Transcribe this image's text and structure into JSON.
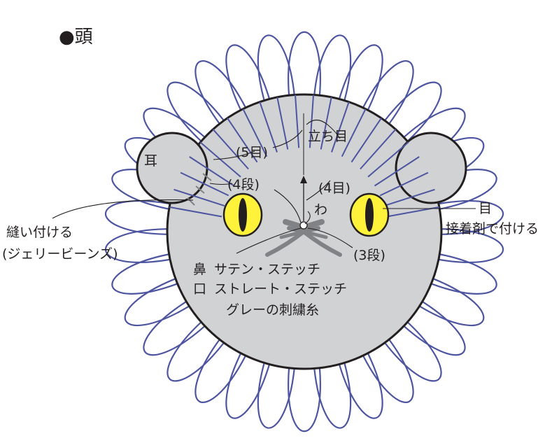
{
  "title": "●頭",
  "labels": {
    "ear": "耳",
    "tachime": "立ち目",
    "row5": "(5目)",
    "dan4": "(4段)",
    "row4": "(4目)",
    "wa": "わ",
    "eye": "目",
    "glue": "接着剤で付ける",
    "sew1": "縫い付ける",
    "sew2": "(ジェリービーンズ)",
    "dan3": "(3段)",
    "nose_key": "鼻",
    "nose_desc": "サテン・ステッチ",
    "mouth_key": "口",
    "mouth_desc": "ストレート・ステッチ",
    "thread": "グレーの刺繍糸"
  },
  "colors": {
    "face": "#d1d2d4",
    "outline": "#231f20",
    "loops": "#4d55a0",
    "eye_iris": "#fff23b",
    "pupil": "#231f20",
    "embroidery": "#808285"
  }
}
